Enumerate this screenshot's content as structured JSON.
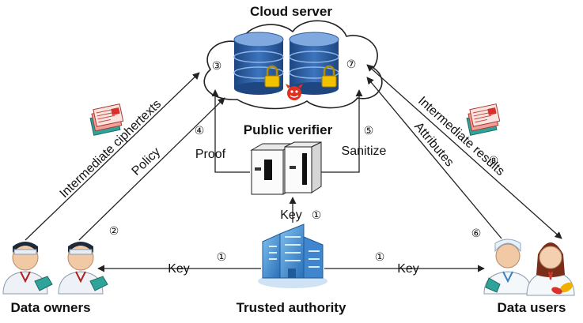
{
  "nodes": {
    "cloud_server": "Cloud server",
    "public_verifier": "Public verifier",
    "trusted_authority": "Trusted authority",
    "data_owners": "Data owners",
    "data_users": "Data users"
  },
  "edges": {
    "intermediate_ciphertexts": "Intermediate ciphertexts",
    "policy": "Policy",
    "proof": "Proof",
    "sanitize": "Sanitize",
    "key_verifier": "Key",
    "key_owners": "Key",
    "key_users": "Key",
    "attributes": "Attributes",
    "intermediate_results": "Intermediate results"
  },
  "steps": {
    "s1_verifier": "①",
    "s1_owners": "①",
    "s1_users": "①",
    "s2": "②",
    "s3": "③",
    "s4": "④",
    "s5": "⑤",
    "s6": "⑥",
    "s7": "⑦",
    "s8": "⑧"
  },
  "colors": {
    "arrow": "#222222",
    "db_top": "#5a8fd0",
    "db_body": "#2c5b9c",
    "lock": "#f2c200",
    "building": "#4a8fd6",
    "doc_red": "#d9302b",
    "doc_teal": "#2fa39a"
  }
}
